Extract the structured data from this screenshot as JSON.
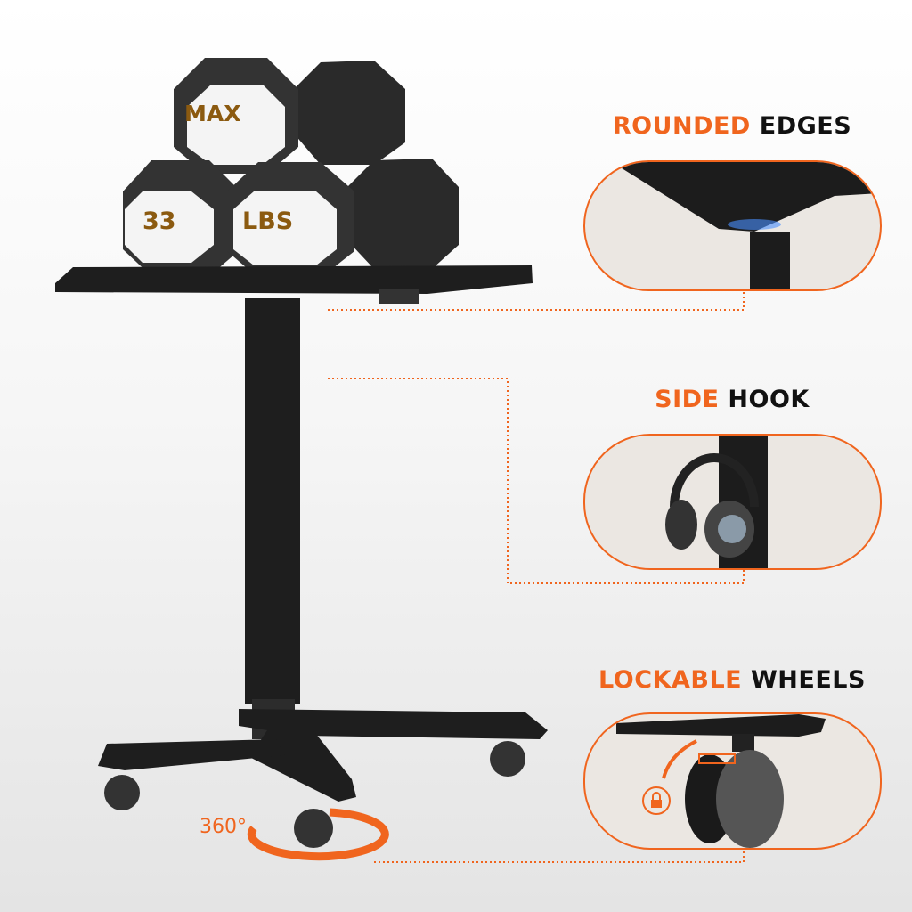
{
  "features": [
    {
      "accent": "ROUNDED",
      "rest": "EDGES"
    },
    {
      "accent": "SIDE",
      "rest": "HOOK"
    },
    {
      "accent": "LOCKABLE",
      "rest": "WHEELS"
    }
  ],
  "dumbbell_labels": {
    "top": "MAX",
    "left": "33",
    "right": "LBS"
  },
  "rotation_label": "360°",
  "colors": {
    "accent": "#f0651e",
    "pill_fill": "#ebe7e2",
    "desk": "#1e1e1e"
  }
}
